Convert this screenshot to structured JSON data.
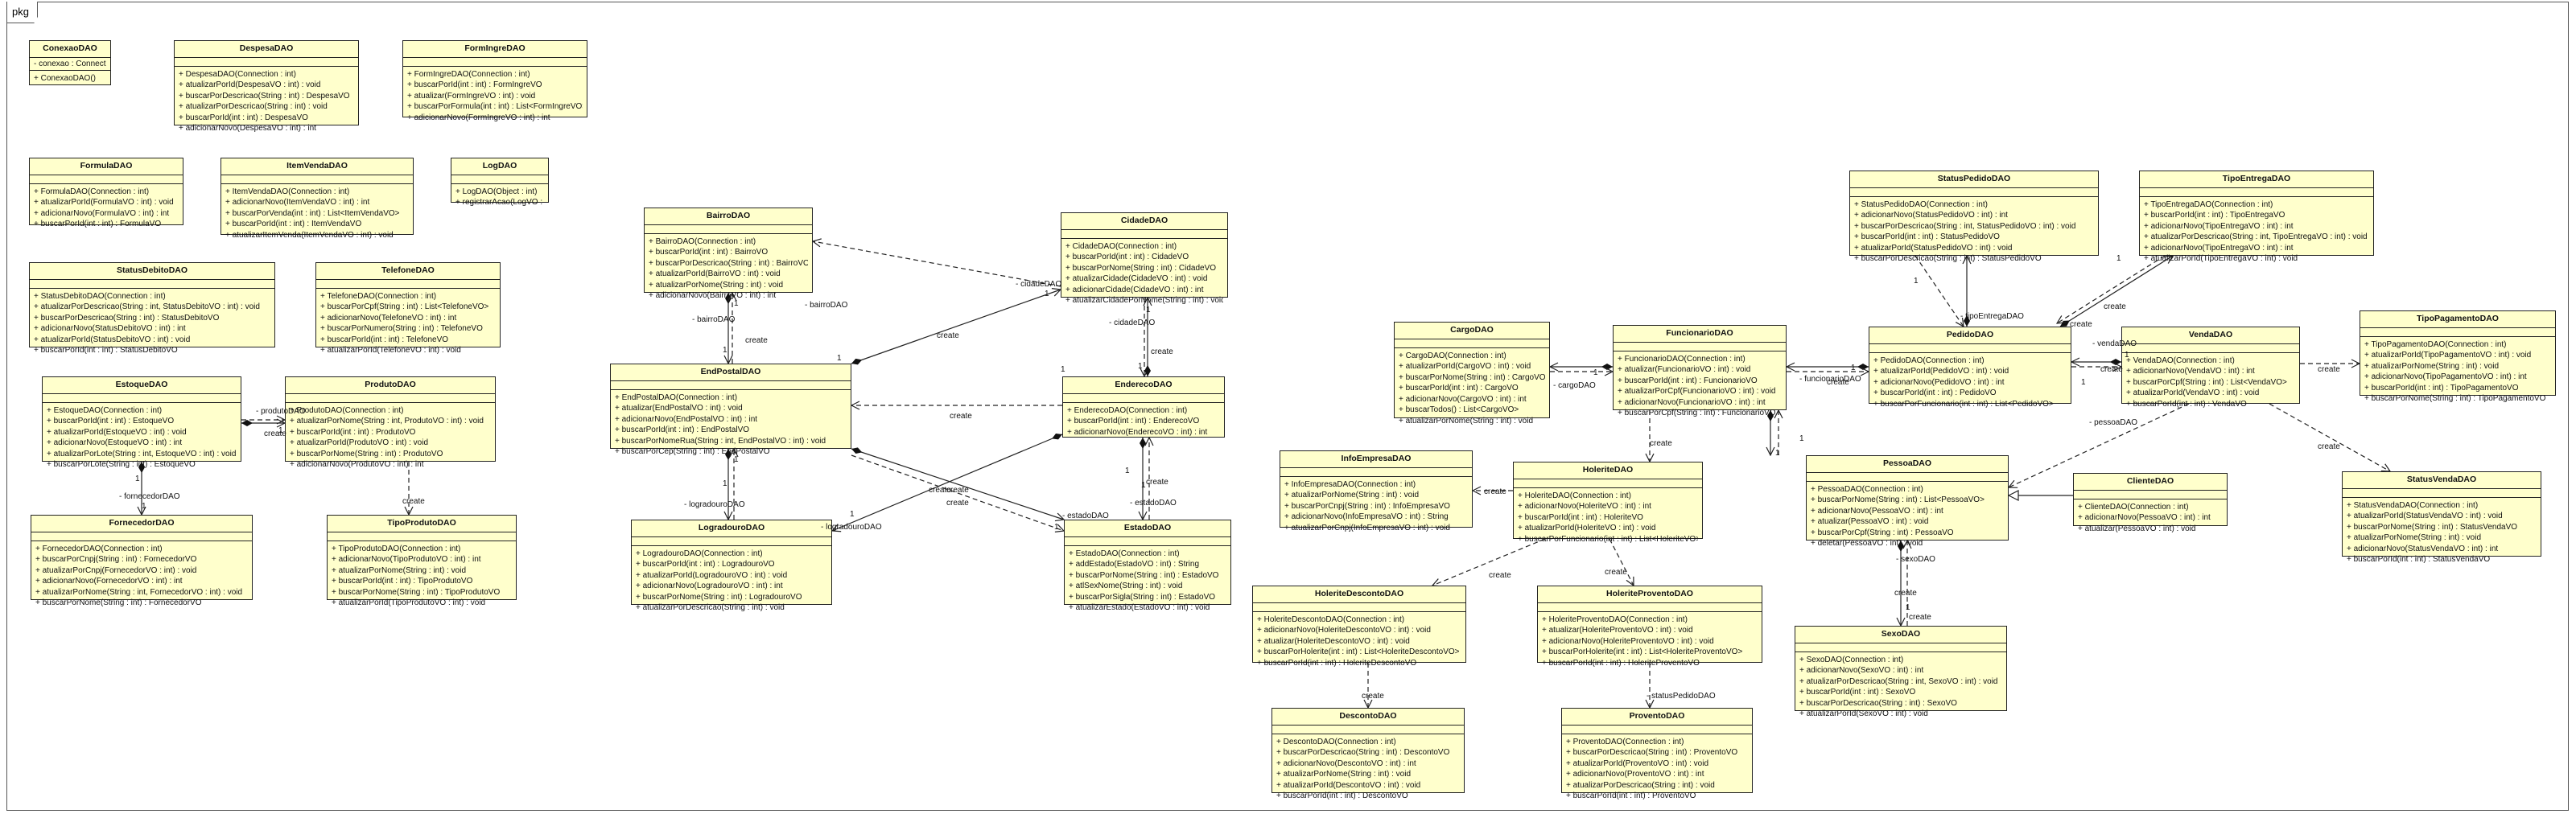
{
  "package_label": "pkg",
  "classes": {
    "ConexaoDAO": {
      "name": "ConexaoDAO",
      "attrs": [
        "- conexao : Connection"
      ],
      "ops": [
        "+ ConexaoDAO()"
      ]
    },
    "DespesaDAO": {
      "name": "DespesaDAO",
      "attrs": [],
      "ops": [
        "+ DespesaDAO(Connection : int)",
        "+ atualizarPorId(DespesaVO : int) : void",
        "+ buscarPorDescricao(String : int) : DespesaVO",
        "+ atualizarPorDescricao(String : int) : void",
        "+ buscarPorId(int : int) : DespesaVO",
        "+ adicionarNovo(DespesaVO : int) : int"
      ]
    },
    "FormIngreDAO": {
      "name": "FormIngreDAO",
      "attrs": [],
      "ops": [
        "+ FormIngreDAO(Connection : int)",
        "+ buscarPorId(int : int) : FormIngreVO",
        "+ atualizar(FormIngreVO : int) : void",
        "+ buscarPorFormula(int : int) : List<FormIngreVO>",
        "+ adicionarNovo(FormIngreVO : int) : int"
      ]
    },
    "FormulaDAO": {
      "name": "FormulaDAO",
      "attrs": [],
      "ops": [
        "+ FormulaDAO(Connection : int)",
        "+ atualizarPorId(FormulaVO : int) : void",
        "+ adicionarNovo(FormulaVO : int) : int",
        "+ buscarPorId(int : int) : FormulaVO"
      ]
    },
    "ItemVendaDAO": {
      "name": "ItemVendaDAO",
      "attrs": [],
      "ops": [
        "+ ItemVendaDAO(Connection : int)",
        "+ adicionarNovo(ItemVendaVO : int) : int",
        "+ buscarPorVenda(int : int) : List<ItemVendaVO>",
        "+ buscarPorId(int : int) : ItemVendaVO",
        "+ atualizarItemVenda(ItemVendaVO : int) : void"
      ]
    },
    "LogDAO": {
      "name": "LogDAO",
      "attrs": [],
      "ops": [
        "+ LogDAO(Object : int)",
        "+ registrarAcao(LogVO : int) : void"
      ]
    },
    "StatusDebitoDAO": {
      "name": "StatusDebitoDAO",
      "attrs": [],
      "ops": [
        "+ StatusDebitoDAO(Connection : int)",
        "+ atualizarPorDescricao(String : int, StatusDebitoVO : int) : void",
        "+ buscarPorDescricao(String : int) : StatusDebitoVO",
        "+ adicionarNovo(StatusDebitoVO : int) : int",
        "+ atualizarPorId(StatusDebitoVO : int) : void",
        "+ buscarPorId(int : int) : StatusDebitoVO"
      ]
    },
    "TelefoneDAO": {
      "name": "TelefoneDAO",
      "attrs": [],
      "ops": [
        "+ TelefoneDAO(Connection : int)",
        "+ buscarPorCpf(String : int) : List<TelefoneVO>",
        "+ adicionarNovo(TelefoneVO : int) : int",
        "+ buscarPorNumero(String : int) : TelefoneVO",
        "+ buscarPorId(int : int) : TelefoneVO",
        "+ atualizarPorId(TelefoneVO : int) : void"
      ]
    },
    "EstoqueDAO": {
      "name": "EstoqueDAO",
      "attrs": [],
      "ops": [
        "+ EstoqueDAO(Connection : int)",
        "+ buscarPorId(int : int) : EstoqueVO",
        "+ atualizarPorId(EstoqueVO : int) : void",
        "+ adicionarNovo(EstoqueVO : int) : int",
        "+ atualizarPorLote(String : int, EstoqueVO : int) : void",
        "+ buscarPorLote(String : int) : EstoqueVO"
      ]
    },
    "ProdutoDAO": {
      "name": "ProdutoDAO",
      "attrs": [],
      "ops": [
        "+ ProdutoDAO(Connection : int)",
        "+ atualizarPorNome(String : int, ProdutoVO : int) : void",
        "+ buscarPorId(int : int) : ProdutoVO",
        "+ atualizarPorId(ProdutoVO : int) : void",
        "+ buscarPorNome(String : int) : ProdutoVO",
        "+ adicionarNovo(ProdutoVO : int) : int"
      ]
    },
    "FornecedorDAO": {
      "name": "FornecedorDAO",
      "attrs": [],
      "ops": [
        "+ FornecedorDAO(Connection : int)",
        "+ buscarPorCnpj(String : int) : FornecedorVO",
        "+ atualizarPorCnpj(FornecedorVO : int) : void",
        "+ adicionarNovo(FornecedorVO : int) : int",
        "+ atualizarPorNome(String : int, FornecedorVO : int) : void",
        "+ buscarPorNome(String : int) : FornecedorVO"
      ]
    },
    "TipoProdutoDAO": {
      "name": "TipoProdutoDAO",
      "attrs": [],
      "ops": [
        "+ TipoProdutoDAO(Connection : int)",
        "+ adicionarNovo(TipoProdutoVO : int) : int",
        "+ atualizarPorNome(String : int) : void",
        "+ buscarPorId(int : int) : TipoProdutoVO",
        "+ buscarPorNome(String : int) : TipoProdutoVO",
        "+ atualizarPorId(TipoProdutoVO : int) : void"
      ]
    },
    "BairroDAO": {
      "name": "BairroDAO",
      "attrs": [],
      "ops": [
        "+ BairroDAO(Connection : int)",
        "+ buscarPorId(int : int) : BairroVO",
        "+ buscarPorDescricao(String : int) : BairroVO",
        "+ atualizarPorId(BairroVO : int) : void",
        "+ atualizarPorNome(String : int) : void",
        "+ adicionarNovo(BairroVO : int) : int"
      ]
    },
    "CidadeDAO": {
      "name": "CidadeDAO",
      "attrs": [],
      "ops": [
        "+ CidadeDAO(Connection : int)",
        "+ buscarPorId(int : int) : CidadeVO",
        "+ buscarPorNome(String : int) : CidadeVO",
        "+ atualizarCidade(CidadeVO : int) : void",
        "+ adicionarCidade(CidadeVO : int) : int",
        "+ atualizarCidadePorNome(String : int) : void"
      ]
    },
    "EndPostalDAO": {
      "name": "EndPostalDAO",
      "attrs": [],
      "ops": [
        "+ EndPostalDAO(Connection : int)",
        "+ atualizar(EndPostalVO : int) : void",
        "+ adicionarNovo(EndPostalVO : int) : int",
        "+ buscarPorId(int : int) : EndPostalVO",
        "+ buscarPorNomeRua(String : int, EndPostalVO : int) : void",
        "+ buscarPorCep(String : int) : EndPostalVO"
      ]
    },
    "EnderecoDAO": {
      "name": "EnderecoDAO",
      "attrs": [],
      "ops": [
        "+ EnderecoDAO(Connection : int)",
        "+ buscarPorId(int : int) : EnderecoVO",
        "+ adicionarNovo(EnderecoVO : int) : int"
      ]
    },
    "LogradouroDAO": {
      "name": "LogradouroDAO",
      "attrs": [],
      "ops": [
        "+ LogradouroDAO(Connection : int)",
        "+ buscarPorId(int : int) : LogradouroVO",
        "+ atualizarPorId(LogradouroVO : int) : void",
        "+ adicionarNovo(LogradouroVO : int) : int",
        "+ buscarPorNome(String : int) : LogradouroVO",
        "+ atualizarPorDescricao(String : int) : void"
      ]
    },
    "EstadoDAO": {
      "name": "EstadoDAO",
      "attrs": [],
      "ops": [
        "+ EstadoDAO(Connection : int)",
        "+ addEstado(EstadoVO : int) : String",
        "+ buscarPorNome(String : int) : EstadoVO",
        "+ atlSexNome(String : int) : void",
        "+ buscarPorSigla(String : int) : EstadoVO",
        "+ atualizarEstado(EstadoVO : int) : void"
      ]
    },
    "CargoDAO": {
      "name": "CargoDAO",
      "attrs": [],
      "ops": [
        "+ CargoDAO(Connection : int)",
        "+ atualizarPorId(CargoVO : int) : void",
        "+ buscarPorNome(String : int) : CargoVO",
        "+ buscarPorId(int : int) : CargoVO",
        "+ adicionarNovo(CargoVO : int) : int",
        "+ buscarTodos() : List<CargoVO>",
        "+ atualizarPorNome(String : int) : void"
      ]
    },
    "FuncionarioDAO": {
      "name": "FuncionarioDAO",
      "attrs": [],
      "ops": [
        "+ FuncionarioDAO(Connection : int)",
        "+ atualizar(FuncionarioVO : int) : void",
        "+ buscarPorId(int : int) : FuncionarioVO",
        "+ atualizarPorCpf(FuncionarioVO : int) : void",
        "+ adicionarNovo(FuncionarioVO : int) : int",
        "+ buscarPorCpf(String : int) : FuncionarioVO"
      ]
    },
    "InfoEmpresaDAO": {
      "name": "InfoEmpresaDAO",
      "attrs": [],
      "ops": [
        "+ InfoEmpresaDAO(Connection : int)",
        "+ atualizarPorNome(String : int) : void",
        "+ buscarPorCnpj(String : int) : InfoEmpresaVO",
        "+ adicionarNovo(InfoEmpresaVO : int) : String",
        "+ atualizarPorCnpj(InfoEmpresaVO : int) : void"
      ]
    },
    "HoleriteDAO": {
      "name": "HoleriteDAO",
      "attrs": [],
      "ops": [
        "+ HoleriteDAO(Connection : int)",
        "+ adicionarNovo(HoleriteVO : int) : int",
        "+ buscarPorId(int : int) : HoleriteVO",
        "+ atualizarPorId(HoleriteVO : int) : void",
        "+ buscarPorFuncionario(int : int) : List<HoleriteVO>"
      ]
    },
    "HoleriteDescontoDAO": {
      "name": "HoleriteDescontoDAO",
      "attrs": [],
      "ops": [
        "+ HoleriteDescontoDAO(Connection : int)",
        "+ adicionarNovo(HoleriteDescontoVO : int) : void",
        "+ atualizar(HoleriteDescontoVO : int) : void",
        "+ buscarPorHolerite(int : int) : List<HoleriteDescontoVO>",
        "+ buscarPorId(int : int) : HoleriteDescontoVO"
      ]
    },
    "HoleriteProventoDAO": {
      "name": "HoleriteProventoDAO",
      "attrs": [],
      "ops": [
        "+ HoleriteProventoDAO(Connection : int)",
        "+ atualizar(HoleriteProventoVO : int) : void",
        "+ adicionarNovo(HoleriteProventoVO : int) : void",
        "+ buscarPorHolerite(int : int) : List<HoleriteProventoVO>",
        "+ buscarPorId(int : int) : HoleriteProventoVO"
      ]
    },
    "DescontoDAO": {
      "name": "DescontoDAO",
      "attrs": [],
      "ops": [
        "+ DescontoDAO(Connection : int)",
        "+ buscarPorDescricao(String : int) : DescontoVO",
        "+ adicionarNovo(DescontoVO : int) : int",
        "+ atualizarPorNome(String : int) : void",
        "+ atualizarPorId(DescontoVO : int) : void",
        "+ buscarPorId(int : int) : DescontoVO"
      ]
    },
    "ProventoDAO": {
      "name": "ProventoDAO",
      "attrs": [],
      "ops": [
        "+ ProventoDAO(Connection : int)",
        "+ buscarPorDescricao(String : int) : ProventoVO",
        "+ atualizarPorId(ProventoVO : int) : void",
        "+ adicionarNovo(ProventoVO : int) : int",
        "+ atualizarPorDescricao(String : int) : void",
        "+ buscarPorId(int : int) : ProventoVO"
      ]
    },
    "StatusPedidoDAO": {
      "name": "StatusPedidoDAO",
      "attrs": [],
      "ops": [
        "+ StatusPedidoDAO(Connection : int)",
        "+ adicionarNovo(StatusPedidoVO : int) : int",
        "+ buscarPorDescricao(String : int, StatusPedidoVO : int) : void",
        "+ buscarPorId(int : int) : StatusPedidoVO",
        "+ atualizarPorId(StatusPedidoVO : int) : void",
        "+ buscarPorDescricao(String : int) : StatusPedidoVO"
      ]
    },
    "TipoEntregaDAO": {
      "name": "TipoEntregaDAO",
      "attrs": [],
      "ops": [
        "+ TipoEntregaDAO(Connection : int)",
        "+ buscarPorId(int : int) : TipoEntregaVO",
        "+ adicionarNovo(TipoEntregaVO : int) : int",
        "+ atualizarPorDescricao(String : int, TipoEntregaVO : int) : void",
        "+ adicionarNovo(TipoEntregaVO : int) : int",
        "+ atualizarPorId(TipoEntregaVO : int) : void"
      ]
    },
    "PedidoDAO": {
      "name": "PedidoDAO",
      "attrs": [],
      "ops": [
        "+ PedidoDAO(Connection : int)",
        "+ atualizarPorId(PedidoVO : int) : void",
        "+ adicionarNovo(PedidoVO : int) : int",
        "+ buscarPorId(int : int) : PedidoVO",
        "+ buscarPorFuncionario(int : int) : List<PedidoVO>"
      ]
    },
    "VendaDAO": {
      "name": "VendaDAO",
      "attrs": [],
      "ops": [
        "+ VendaDAO(Connection : int)",
        "+ adicionarNovo(VendaVO : int) : int",
        "+ buscarPorCpf(String : int) : List<VendaVO>",
        "+ atualizarPorId(VendaVO : int) : void",
        "+ buscarPorId(int : int) : VendaVO"
      ]
    },
    "TipoPagamentoDAO": {
      "name": "TipoPagamentoDAO",
      "attrs": [],
      "ops": [
        "+ TipoPagamentoDAO(Connection : int)",
        "+ atualizarPorId(TipoPagamentoVO : int) : void",
        "+ atualizarPorNome(String : int) : void",
        "+ adicionarNovo(TipoPagamentoVO : int) : int",
        "+ buscarPorId(int : int) : TipoPagamentoVO",
        "+ buscarPorNome(String : int) : TipoPagamentoVO"
      ]
    },
    "PessoaDAO": {
      "name": "PessoaDAO",
      "attrs": [],
      "ops": [
        "+ PessoaDAO(Connection : int)",
        "+ buscarPorNome(String : int) : List<PessoaVO>",
        "+ adicionarNovo(PessoaVO : int) : int",
        "+ atualizar(PessoaVO : int) : void",
        "+ buscarPorCpf(String : int) : PessoaVO",
        "+ deletar(PessoaVO : int) : void"
      ]
    },
    "ClienteDAO": {
      "name": "ClienteDAO",
      "attrs": [],
      "ops": [
        "+ ClienteDAO(Connection : int)",
        "+ adicionarNovo(PessoaVO : int) : int",
        "+ atualizar(PessoaVO : int) : void"
      ]
    },
    "StatusVendaDAO": {
      "name": "StatusVendaDAO",
      "attrs": [],
      "ops": [
        "+ StatusVendaDAO(Connection : int)",
        "+ atualizarPorId(StatusVendaVO : int) : void",
        "+ buscarPorNome(String : int) : StatusVendaVO",
        "+ atualizarPorNome(String : int) : void",
        "+ adicionarNovo(StatusVendaVO : int) : int",
        "+ buscarPorId(int : int) : StatusVendaVO"
      ]
    },
    "SexoDAO": {
      "name": "SexoDAO",
      "attrs": [],
      "ops": [
        "+ SexoDAO(Connection : int)",
        "+ adicionarNovo(SexoVO : int) : int",
        "+ atualizarPorDescricao(String : int, SexoVO : int) : void",
        "+ buscarPorId(int : int) : SexoVO",
        "+ buscarPorDescricao(String : int) : SexoVO",
        "+ atualizarPorId(SexoVO : int) : void"
      ]
    }
  },
  "labels": [
    "- produtoDAO",
    "1",
    "create",
    "1",
    "- fornecedorDAO",
    "1",
    "create",
    "- bairroDAO",
    "1",
    "1",
    "create",
    "- bairroDAO",
    "1",
    "create",
    "- cidadeDAO",
    "1",
    "- cidadeDAO",
    "1",
    "create",
    "1",
    "1",
    "create",
    "- logradouroDAO",
    "1",
    "1",
    "- logradouroDAO",
    "1",
    "create",
    "create",
    "- estadoDAO",
    "1",
    "1",
    "- estadoDAO",
    "1",
    "create",
    "create",
    "- cargoDAO",
    "1",
    "- funcionarioDAO",
    "1",
    "create",
    "create",
    "create",
    "create",
    "create",
    "create",
    "- statusPedidoDAO",
    "1",
    "- tipoEntregaDAO",
    "1",
    "create",
    "create",
    "- vendaDAO",
    "1",
    "1",
    "create",
    "create",
    "create",
    "- pessoaDAO",
    "1",
    "1",
    "- sexoDAO",
    "1",
    "create",
    "create"
  ]
}
